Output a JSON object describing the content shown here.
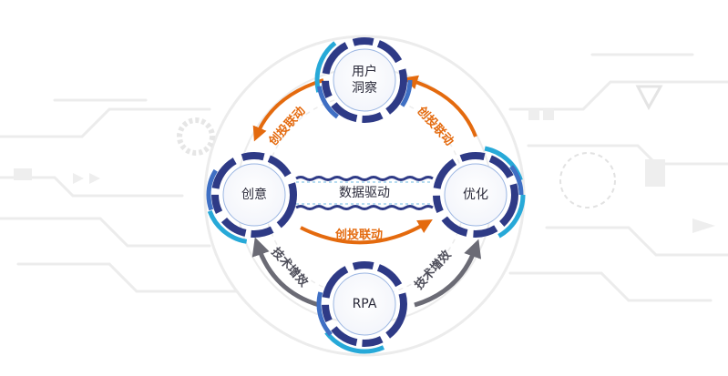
{
  "nodes": {
    "top": "用户\n洞察",
    "left": "创意",
    "right": "优化",
    "bottom": "RPA"
  },
  "center_label": "数据驱动",
  "arrows": {
    "top_left": "创投联动",
    "top_right": "创投联动",
    "middle": "创投联动",
    "bottom_left": "技术增效",
    "bottom_right": "技术增效"
  },
  "colors": {
    "orange": "#e46a0e",
    "gray_arrow": "#6b6b75",
    "navy": "#2e3a86",
    "blue": "#3f6fc4",
    "cyan": "#27a9d8",
    "bg_lines": "#ececec"
  }
}
